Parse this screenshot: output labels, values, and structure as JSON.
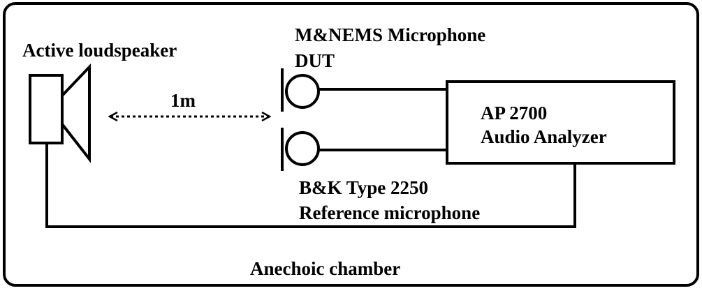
{
  "diagram": {
    "chamber_label": "Anechoic chamber",
    "speaker_label": "Active loudspeaker",
    "distance_label": "1m",
    "dut_label_line1": "M&NEMS Microphone",
    "dut_label_line2": "DUT",
    "ref_label_line1": "B&K Type 2250",
    "ref_label_line2": "Reference microphone",
    "analyzer_label_line1": "AP 2700",
    "analyzer_label_line2": "Audio Analyzer"
  },
  "colors": {
    "stroke": "#000000",
    "background": "#ffffff"
  }
}
